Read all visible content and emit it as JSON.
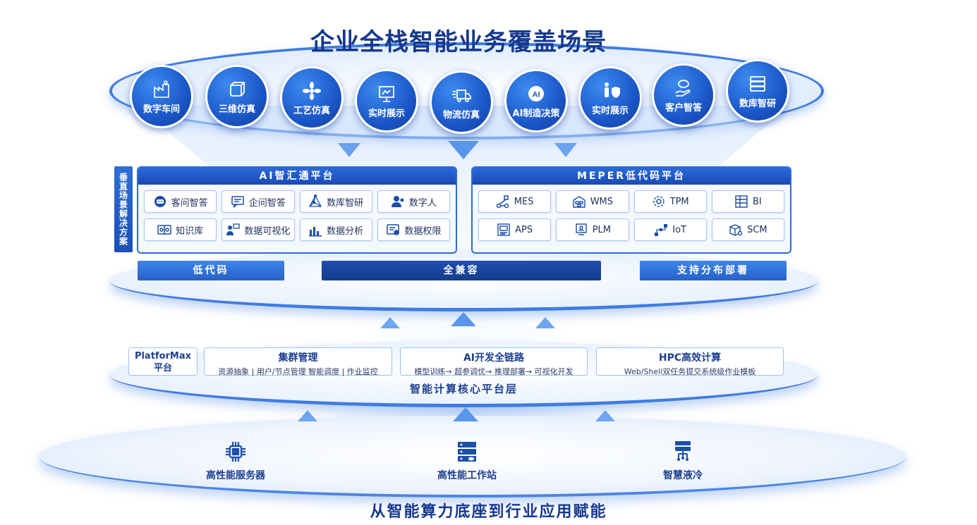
{
  "title": "企业全栈智能业务覆盖场景",
  "footer": "从智能算力底座到行业应用赋能",
  "scenarios": [
    {
      "label": "数字车间",
      "icon": "factory-icon"
    },
    {
      "label": "三维仿真",
      "icon": "cube-icon"
    },
    {
      "label": "工艺仿真",
      "icon": "fan-icon"
    },
    {
      "label": "实时展示",
      "icon": "presentation-icon"
    },
    {
      "label": "物流仿真",
      "icon": "truck-icon"
    },
    {
      "label": "AI制造决策",
      "icon": "ai-chip-icon"
    },
    {
      "label": "实时展示",
      "icon": "person-shield-icon"
    },
    {
      "label": "客户智答",
      "icon": "hand-chat-icon"
    },
    {
      "label": "数库智研",
      "icon": "database-icon"
    }
  ],
  "vertical_label": "垂直场景解决方案",
  "ai_platform": {
    "title": "AI智汇通平台",
    "items": [
      {
        "label": "客问智答",
        "icon": "robot-icon"
      },
      {
        "label": "企问智答",
        "icon": "chat-list-icon"
      },
      {
        "label": "数库智研",
        "icon": "network-icon"
      },
      {
        "label": "数字人",
        "icon": "digital-human-icon"
      },
      {
        "label": "知识库",
        "icon": "book-icon"
      },
      {
        "label": "数据可视化",
        "icon": "user-screen-icon"
      },
      {
        "label": "数据分析",
        "icon": "bar-chart-icon"
      },
      {
        "label": "数据权限",
        "icon": "permission-icon"
      }
    ]
  },
  "meper_platform": {
    "title": "MEPER低代码平台",
    "items": [
      {
        "label": "MES",
        "icon": "flow-icon"
      },
      {
        "label": "WMS",
        "icon": "warehouse-icon"
      },
      {
        "label": "TPM",
        "icon": "gear-icon"
      },
      {
        "label": "BI",
        "icon": "report-icon"
      },
      {
        "label": "APS",
        "icon": "plan-icon"
      },
      {
        "label": "PLM",
        "icon": "monitor-icon"
      },
      {
        "label": "IoT",
        "icon": "iot-icon"
      },
      {
        "label": "SCM",
        "icon": "box-gear-icon"
      }
    ]
  },
  "bars": {
    "left": "低代码",
    "center": "全兼容",
    "right": "支持分布部署"
  },
  "core": {
    "platform_name_line1": "PlatforMax",
    "platform_name_line2": "平台",
    "boxes": [
      {
        "title": "集群管理",
        "sub": "资源抽象 | 用户/节点管理  智能调度 | 作业监控"
      },
      {
        "title": "AI开发全链路",
        "sub": "模型训练→ 超参调优→ 推理部署→ 可视化开发"
      },
      {
        "title": "HPC高效计算",
        "sub": "Web/Shell双任务提交系统级作业模板"
      }
    ],
    "layer_label": "智能计算核心平台层"
  },
  "base": [
    {
      "label": "高性能服务器",
      "icon": "chip-icon"
    },
    {
      "label": "高性能工作站",
      "icon": "server-rack-icon"
    },
    {
      "label": "智慧液冷",
      "icon": "cooling-icon"
    }
  ],
  "colors": {
    "primary": "#1b57c8",
    "dark": "#143c8c",
    "text": "#1c3f8f",
    "panel_border": "#2e6ad6"
  }
}
